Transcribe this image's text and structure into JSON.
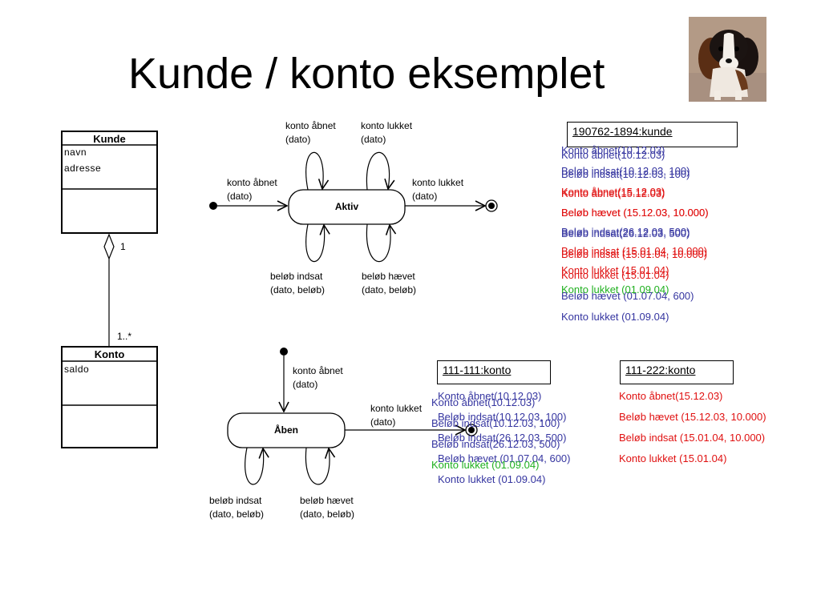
{
  "title": "Kunde / konto eksemplet",
  "photo_alt": "puppy",
  "uml": {
    "kunde": {
      "name": "Kunde",
      "attrs": [
        "navn",
        "adresse"
      ]
    },
    "konto": {
      "name": "Konto",
      "attrs": [
        "saldo"
      ]
    },
    "mult_top": "1",
    "mult_bottom": "1..*"
  },
  "state_top": {
    "state": "Aktiv",
    "in_label": [
      "konto åbnet",
      "(dato)"
    ],
    "out_label": [
      "konto lukket",
      "(dato)"
    ],
    "loop_top_left": [
      "konto åbnet",
      "(dato)"
    ],
    "loop_top_right": [
      "konto lukket",
      "(dato)"
    ],
    "loop_bottom_left": [
      "beløb indsat",
      "(dato, beløb)"
    ],
    "loop_bottom_right": [
      "beløb hævet",
      "(dato, beløb)"
    ]
  },
  "state_bottom": {
    "state": "Åben",
    "in_label": [
      "konto åbnet",
      "(dato)"
    ],
    "out_label": [
      "konto lukket",
      "(dato)"
    ],
    "loop_bottom_left": [
      "beløb indsat",
      "(dato, beløb)"
    ],
    "loop_bottom_right": [
      "beløb hævet",
      "(dato, beløb)"
    ]
  },
  "objects": {
    "kunde": {
      "label": "190762-1894:kunde",
      "log": [
        {
          "text": "Konto åbnet(10.12.03)",
          "color": "#3535a0"
        },
        {
          "text": "Beløb indsat(10.12.03, 100)",
          "color": "#3535a0"
        },
        {
          "text": "Konto åbnet(15.12.03)",
          "color": "#e01010"
        },
        {
          "text": "Beløb hævet (15.12.03, 10.000)",
          "color": "#e01010"
        },
        {
          "text": "Beløb indsat(26.12.03, 500)",
          "color": "#3535a0"
        },
        {
          "text": "Beløb indsat (15.01.04, 10.000)",
          "color": "#e01010"
        },
        {
          "text": "Konto lukket (15.01.04)",
          "color": "#e01010"
        },
        {
          "text": "Beløb hævet (01.07.04, 600)",
          "color": "#3535a0"
        },
        {
          "text": "Konto lukket (01.09.04)",
          "color": "#3535a0"
        }
      ],
      "ghosts": [
        {
          "text": "Konto åbnet(10.12.03)",
          "color": "#3535a0"
        },
        {
          "text": "Beløb indsat(10.12.03, 100)",
          "color": "#3535a0"
        },
        {
          "text": "Konto åbnet(15.12.03)",
          "color": "#e01010"
        },
        {
          "text": "Beløb hævet (15.12.03, 10.000)",
          "color": "#e01010"
        },
        {
          "text": "Beløb indsat(26.12.03, 500)",
          "color": "#3535a0"
        },
        {
          "text": "Beløb indsat (15.01.04, 10.000)",
          "color": "#e01010"
        },
        {
          "text": "Konto lukket (15.01.04)",
          "color": "#e01010"
        },
        {
          "text": "Konto lukket (01.09.04)",
          "color": "#20b020"
        }
      ]
    },
    "konto111": {
      "label": "111-111:konto",
      "log": [
        {
          "text": "Konto åbnet(10.12.03)",
          "color": "#3535a0"
        },
        {
          "text": "Beløb indsat(10.12.03, 100)",
          "color": "#3535a0"
        },
        {
          "text": "Beløb indsat(26.12.03, 500)",
          "color": "#3535a0"
        },
        {
          "text": "Beløb hævet (01.07.04, 600)",
          "color": "#3535a0"
        },
        {
          "text": "Konto lukket (01.09.04)",
          "color": "#3535a0"
        }
      ],
      "ghosts": [
        {
          "text": "Konto åbnet(10.12.03)",
          "color": "#3535a0"
        },
        {
          "text": "Beløb indsat(10.12.03, 100)",
          "color": "#3535a0"
        },
        {
          "text": "Beløb indsat(26.12.03, 500)",
          "color": "#3535a0"
        },
        {
          "text": "Konto lukket (01.09.04)",
          "color": "#20b020"
        }
      ]
    },
    "konto222": {
      "label": "111-222:konto",
      "log": [
        {
          "text": "Konto åbnet(15.12.03)",
          "color": "#e01010"
        },
        {
          "text": "Beløb hævet (15.12.03, 10.000)",
          "color": "#e01010"
        },
        {
          "text": "Beløb indsat (15.01.04, 10.000)",
          "color": "#e01010"
        },
        {
          "text": "Konto lukket (15.01.04)",
          "color": "#e01010"
        }
      ]
    }
  }
}
